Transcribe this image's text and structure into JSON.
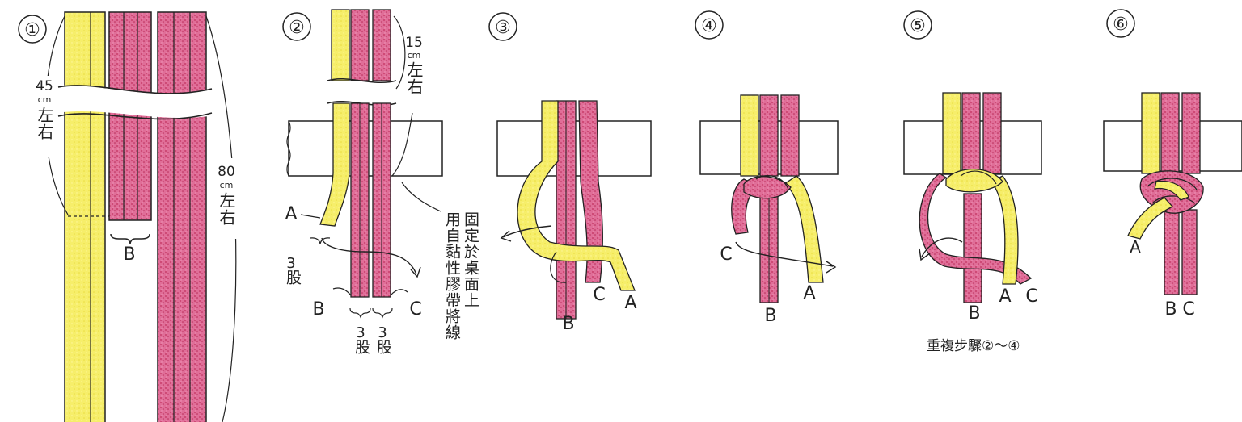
{
  "steps": [
    "①",
    "②",
    "③",
    "④",
    "⑤",
    "⑥"
  ],
  "step1": {
    "len_short_num": "45",
    "len_short_unit": "cm",
    "len_short_text": "左右",
    "len_long_num": "80",
    "len_long_unit": "cm",
    "len_long_text": "左右",
    "label_b": "B"
  },
  "step2": {
    "len_num": "15",
    "len_unit": "cm",
    "len_text": "左右",
    "label_a": "A",
    "strands_a_num": "3",
    "strands_a_text": "股",
    "label_b": "B",
    "label_c": "C",
    "strands_b_num": "3",
    "strands_b_text": "股",
    "strands_c_num": "3",
    "strands_c_text": "股",
    "note_col1": "固定於桌面上",
    "note_col2": "用自黏性膠帶將線"
  },
  "step3": {
    "label_b": "B",
    "label_c": "C",
    "label_a": "A"
  },
  "step4": {
    "label_c": "C",
    "label_b": "B",
    "label_a": "A"
  },
  "step5": {
    "label_b": "B",
    "label_a": "A",
    "label_c": "C",
    "caption": "重複步驟②〜④"
  },
  "step6": {
    "label_a": "A",
    "label_b": "B",
    "label_c": "C"
  },
  "colors": {
    "yellow": "#f6ee6a",
    "pink": "#d8467d",
    "ink": "#222222"
  }
}
